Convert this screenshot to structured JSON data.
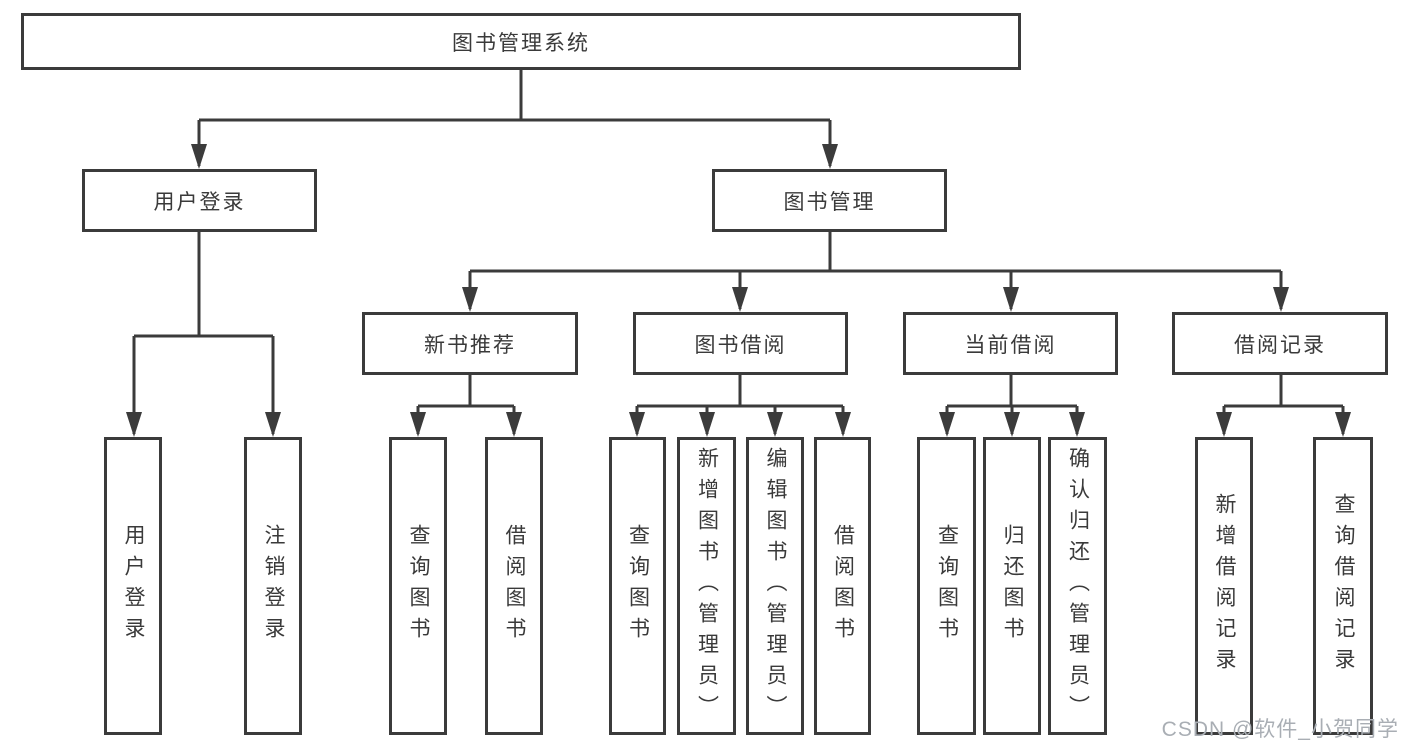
{
  "diagram": {
    "type": "hierarchy-tree",
    "root": "图书管理系统",
    "level2": {
      "user_login": "用户登录",
      "book_management": "图书管理"
    },
    "level3": {
      "new_book_recommendation": "新书推荐",
      "book_borrowing": "图书借阅",
      "current_borrowing": "当前借阅",
      "borrowing_records": "借阅记录"
    },
    "leaves": {
      "user_login": "用户登录",
      "logout": "注销登录",
      "recommend_query_books": "查询图书",
      "recommend_borrow_books": "借阅图书",
      "borrow_query_books": "查询图书",
      "borrow_add_books_admin": "新增图书（管理员）",
      "borrow_edit_books_admin": "编辑图书（管理员）",
      "borrow_borrow_books": "借阅图书",
      "current_query_books": "查询图书",
      "current_return_books": "归还图书",
      "current_confirm_return_admin": "确认归还（管理员）",
      "records_add_record": "新增借阅记录",
      "records_query_record": "查询借阅记录"
    }
  },
  "watermark": "CSDN @软件_小贺同学",
  "colors": {
    "line": "#3b3b3b",
    "box_border": "#3b3b3b",
    "text": "#3a3a3a",
    "watermark": "#a9aeb4",
    "background": "#ffffff"
  }
}
